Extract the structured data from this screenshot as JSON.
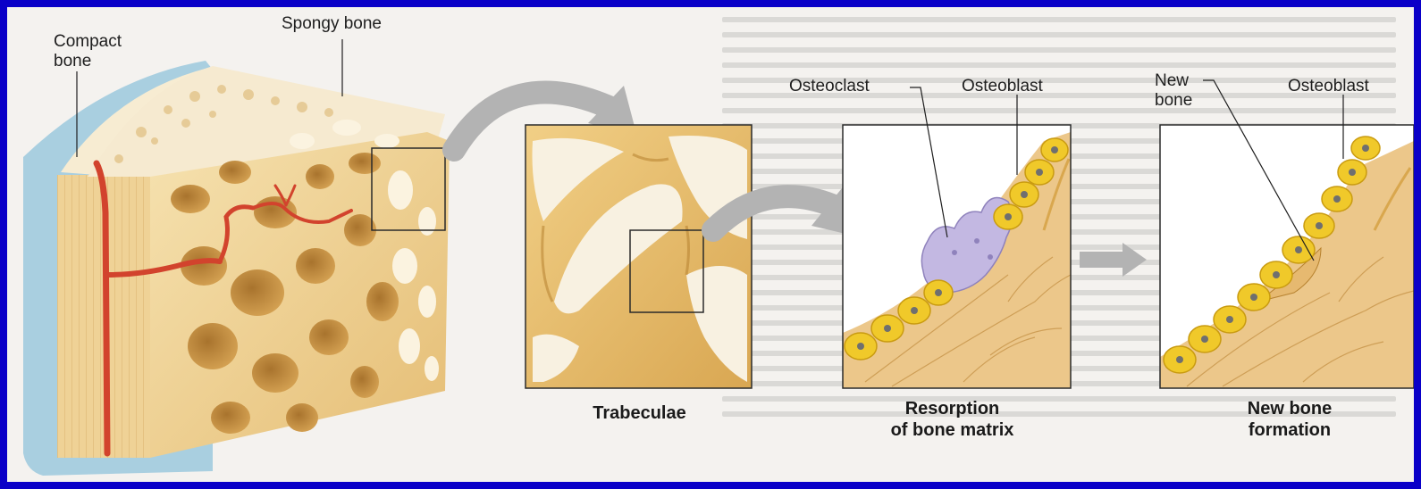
{
  "labels": {
    "compact_bone": "Compact\nbone",
    "spongy_bone": "Spongy bone",
    "osteoclast": "Osteoclast",
    "osteoblast_1": "Osteoblast",
    "new_bone": "New\nbone",
    "osteoblast_2": "Osteoblast"
  },
  "captions": {
    "trabeculae": "Trabeculae",
    "resorption": "Resorption\nof bone matrix",
    "formation": "New bone\nformation"
  },
  "colors": {
    "slide_border": "#0a00c8",
    "bone_light": "#f3dca5",
    "bone_mid": "#e3b96c",
    "bone_dark": "#c98f3a",
    "vessel": "#d2432d",
    "osteoclast": "#bdb3dc",
    "osteoblast": "#f0c92a",
    "arrow_gray": "#a9a9a9"
  }
}
